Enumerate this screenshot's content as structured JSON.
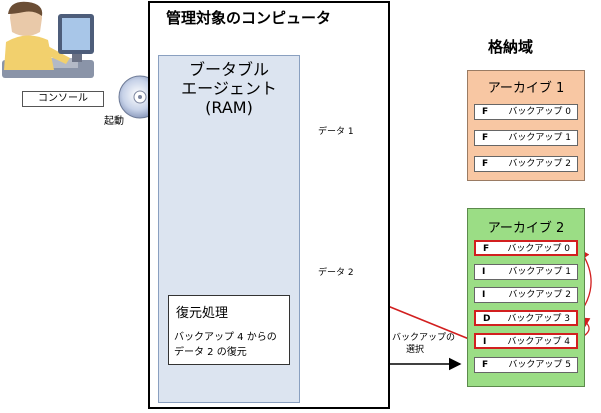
{
  "computer": {
    "title": "管理対象のコンピュータ",
    "ram_line1": "ブータブル",
    "ram_line2": "エージェント",
    "ram_line3": "(RAM)",
    "data1": "データ 1",
    "data2": "データ 2",
    "recovery_title": "復元処理",
    "recovery_line1": "バックアップ 4 からの",
    "recovery_line2": "データ 2 の復元"
  },
  "console": {
    "label": "コンソール",
    "launch": "起動"
  },
  "storage": {
    "title": "格納域",
    "archive1": {
      "name": "アーカイブ 1",
      "backups": [
        {
          "type": "F",
          "label": "バックアップ 0"
        },
        {
          "type": "F",
          "label": "バックアップ 1"
        },
        {
          "type": "F",
          "label": "バックアップ 2"
        }
      ]
    },
    "archive2": {
      "name": "アーカイブ 2",
      "backups": [
        {
          "type": "F",
          "label": "バックアップ 0"
        },
        {
          "type": "I",
          "label": "バックアップ 1"
        },
        {
          "type": "I",
          "label": "バックアップ 2"
        },
        {
          "type": "D",
          "label": "バックアップ 3"
        },
        {
          "type": "I",
          "label": "バックアップ 4"
        },
        {
          "type": "F",
          "label": "バックアップ 5"
        }
      ]
    }
  },
  "selection": {
    "line1": "バックアップの",
    "line2": "選択"
  },
  "colors": {
    "archive1_fill": "#f8c7a3",
    "archive2_fill": "#9bdd85",
    "ram_fill": "#dce4f0",
    "highlight": "#d21f1f"
  }
}
